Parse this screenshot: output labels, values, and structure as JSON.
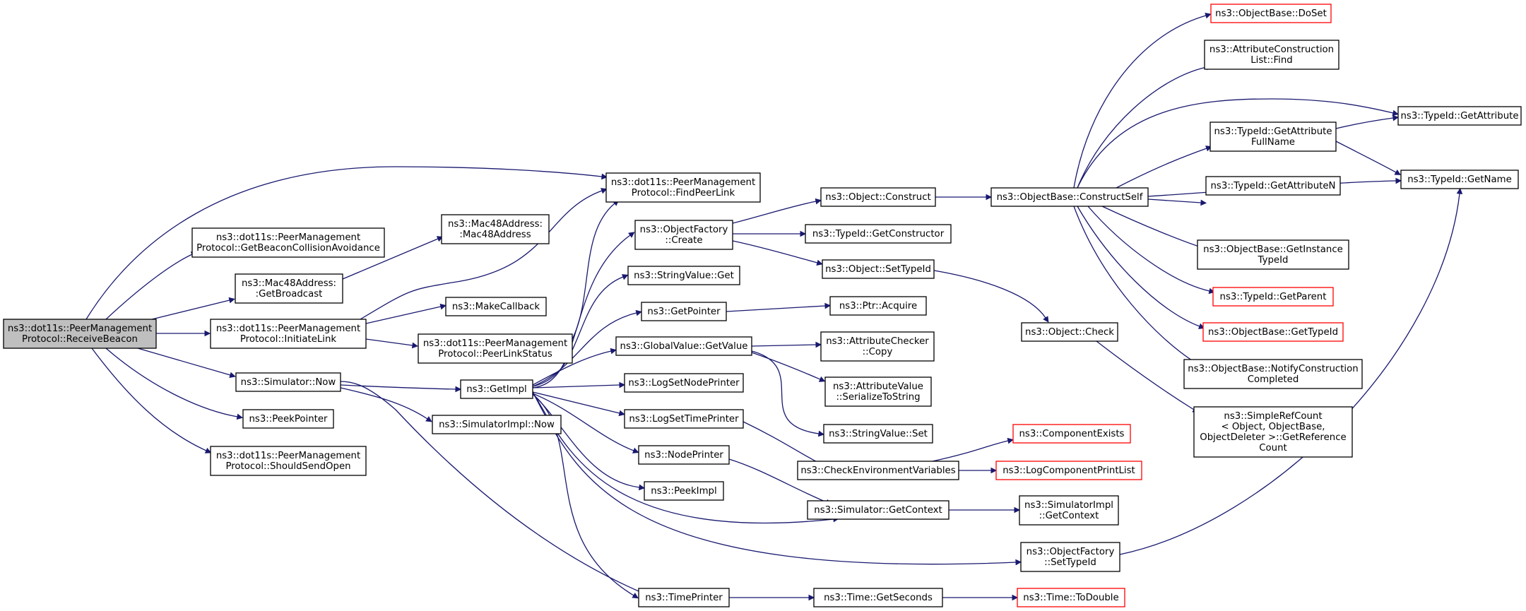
{
  "diagram": {
    "type": "call-graph",
    "root": "receive_beacon",
    "nodes": [
      {
        "id": "receive_beacon",
        "lines": [
          "ns3::dot11s::PeerManagement",
          "Protocol::ReceiveBeacon"
        ],
        "style": "root"
      },
      {
        "id": "find_peer_link",
        "lines": [
          "ns3::dot11s::PeerManagement",
          "Protocol::FindPeerLink"
        ],
        "style": "normal"
      },
      {
        "id": "get_beacon_collision",
        "lines": [
          "ns3::dot11s::PeerManagement",
          "Protocol::GetBeaconCollisionAvoidance"
        ],
        "style": "normal"
      },
      {
        "id": "get_broadcast",
        "lines": [
          "ns3::Mac48Address:",
          ":GetBroadcast"
        ],
        "style": "normal"
      },
      {
        "id": "mac48_ctor",
        "lines": [
          "ns3::Mac48Address:",
          ":Mac48Address"
        ],
        "style": "normal"
      },
      {
        "id": "initiate_link",
        "lines": [
          "ns3::dot11s::PeerManagement",
          "Protocol::InitiateLink"
        ],
        "style": "normal"
      },
      {
        "id": "make_callback",
        "lines": [
          "ns3::MakeCallback"
        ],
        "style": "normal"
      },
      {
        "id": "peer_link_status",
        "lines": [
          "ns3::dot11s::PeerManagement",
          "Protocol::PeerLinkStatus"
        ],
        "style": "normal"
      },
      {
        "id": "simulator_now",
        "lines": [
          "ns3::Simulator::Now"
        ],
        "style": "normal"
      },
      {
        "id": "peek_pointer",
        "lines": [
          "ns3::PeekPointer"
        ],
        "style": "normal"
      },
      {
        "id": "should_send_open",
        "lines": [
          "ns3::dot11s::PeerManagement",
          "Protocol::ShouldSendOpen"
        ],
        "style": "normal"
      },
      {
        "id": "get_impl",
        "lines": [
          "ns3::GetImpl"
        ],
        "style": "normal"
      },
      {
        "id": "simulator_impl_now",
        "lines": [
          "ns3::SimulatorImpl::Now"
        ],
        "style": "normal"
      },
      {
        "id": "object_factory_create",
        "lines": [
          "ns3::ObjectFactory",
          "::Create"
        ],
        "style": "normal"
      },
      {
        "id": "string_value_get",
        "lines": [
          "ns3::StringValue::Get"
        ],
        "style": "normal"
      },
      {
        "id": "get_pointer",
        "lines": [
          "ns3::GetPointer"
        ],
        "style": "normal"
      },
      {
        "id": "global_value_get",
        "lines": [
          "ns3::GlobalValue::GetValue"
        ],
        "style": "normal"
      },
      {
        "id": "log_set_node_printer",
        "lines": [
          "ns3::LogSetNodePrinter"
        ],
        "style": "normal"
      },
      {
        "id": "log_set_time_printer",
        "lines": [
          "ns3::LogSetTimePrinter"
        ],
        "style": "normal"
      },
      {
        "id": "node_printer",
        "lines": [
          "ns3::NodePrinter"
        ],
        "style": "normal"
      },
      {
        "id": "peek_impl",
        "lines": [
          "ns3::PeekImpl"
        ],
        "style": "normal"
      },
      {
        "id": "time_printer",
        "lines": [
          "ns3::TimePrinter"
        ],
        "style": "normal"
      },
      {
        "id": "object_construct",
        "lines": [
          "ns3::Object::Construct"
        ],
        "style": "normal"
      },
      {
        "id": "typeid_get_constructor",
        "lines": [
          "ns3::TypeId::GetConstructor"
        ],
        "style": "normal"
      },
      {
        "id": "object_set_typeid",
        "lines": [
          "ns3::Object::SetTypeId"
        ],
        "style": "normal"
      },
      {
        "id": "ptr_acquire",
        "lines": [
          "ns3::Ptr::Acquire"
        ],
        "style": "normal"
      },
      {
        "id": "attribute_checker_copy",
        "lines": [
          "ns3::AttributeChecker",
          "::Copy"
        ],
        "style": "normal"
      },
      {
        "id": "attribute_value_serialize",
        "lines": [
          "ns3::AttributeValue",
          "::SerializeToString"
        ],
        "style": "normal"
      },
      {
        "id": "string_value_set",
        "lines": [
          "ns3::StringValue::Set"
        ],
        "style": "normal"
      },
      {
        "id": "check_env_vars",
        "lines": [
          "ns3::CheckEnvironmentVariables"
        ],
        "style": "normal"
      },
      {
        "id": "simulator_get_context",
        "lines": [
          "ns3::Simulator::GetContext"
        ],
        "style": "normal"
      },
      {
        "id": "time_get_seconds",
        "lines": [
          "ns3::Time::GetSeconds"
        ],
        "style": "normal"
      },
      {
        "id": "object_base_construct_self",
        "lines": [
          "ns3::ObjectBase::ConstructSelf"
        ],
        "style": "normal"
      },
      {
        "id": "object_check",
        "lines": [
          "ns3::Object::Check"
        ],
        "style": "normal"
      },
      {
        "id": "component_exists",
        "lines": [
          "ns3::ComponentExists"
        ],
        "style": "red"
      },
      {
        "id": "log_component_print_list",
        "lines": [
          "ns3::LogComponentPrintList"
        ],
        "style": "red"
      },
      {
        "id": "simulator_impl_get_context",
        "lines": [
          "ns3::SimulatorImpl",
          "::GetContext"
        ],
        "style": "normal"
      },
      {
        "id": "object_factory_set_typeid",
        "lines": [
          "ns3::ObjectFactory",
          "::SetTypeId"
        ],
        "style": "normal"
      },
      {
        "id": "time_to_double",
        "lines": [
          "ns3::Time::ToDouble"
        ],
        "style": "red"
      },
      {
        "id": "object_base_doset",
        "lines": [
          "ns3::ObjectBase::DoSet"
        ],
        "style": "red"
      },
      {
        "id": "attr_construction_list_find",
        "lines": [
          "ns3::AttributeConstruction",
          "List::Find"
        ],
        "style": "normal"
      },
      {
        "id": "typeid_get_attribute_fullname",
        "lines": [
          "ns3::TypeId::GetAttribute",
          "FullName"
        ],
        "style": "normal"
      },
      {
        "id": "typeid_get_attribute_n",
        "lines": [
          "ns3::TypeId::GetAttributeN"
        ],
        "style": "normal"
      },
      {
        "id": "object_base_get_instance_typeid",
        "lines": [
          "ns3::ObjectBase::GetInstance",
          "TypeId"
        ],
        "style": "normal"
      },
      {
        "id": "typeid_get_parent",
        "lines": [
          "ns3::TypeId::GetParent"
        ],
        "style": "red"
      },
      {
        "id": "object_base_get_typeid",
        "lines": [
          "ns3::ObjectBase::GetTypeId"
        ],
        "style": "red"
      },
      {
        "id": "object_base_notify_construction",
        "lines": [
          "ns3::ObjectBase::NotifyConstruction",
          "Completed"
        ],
        "style": "normal"
      },
      {
        "id": "simple_ref_count_get_ref",
        "lines": [
          "ns3::SimpleRefCount",
          "< Object, ObjectBase,",
          "ObjectDeleter >::GetReference",
          "Count"
        ],
        "style": "normal"
      },
      {
        "id": "typeid_get_attribute",
        "lines": [
          "ns3::TypeId::GetAttribute"
        ],
        "style": "normal"
      },
      {
        "id": "typeid_get_name",
        "lines": [
          "ns3::TypeId::GetName"
        ],
        "style": "normal"
      }
    ],
    "edges": [
      [
        "receive_beacon",
        "find_peer_link"
      ],
      [
        "receive_beacon",
        "get_beacon_collision"
      ],
      [
        "receive_beacon",
        "get_broadcast"
      ],
      [
        "receive_beacon",
        "initiate_link"
      ],
      [
        "receive_beacon",
        "simulator_now"
      ],
      [
        "receive_beacon",
        "peek_pointer"
      ],
      [
        "receive_beacon",
        "should_send_open"
      ],
      [
        "get_broadcast",
        "mac48_ctor"
      ],
      [
        "initiate_link",
        "find_peer_link"
      ],
      [
        "initiate_link",
        "make_callback"
      ],
      [
        "initiate_link",
        "peer_link_status"
      ],
      [
        "peer_link_status",
        "find_peer_link"
      ],
      [
        "simulator_now",
        "get_impl"
      ],
      [
        "simulator_now",
        "simulator_impl_now"
      ],
      [
        "get_impl",
        "object_factory_create"
      ],
      [
        "get_impl",
        "string_value_get"
      ],
      [
        "get_impl",
        "get_pointer"
      ],
      [
        "get_impl",
        "global_value_get"
      ],
      [
        "get_impl",
        "log_set_node_printer"
      ],
      [
        "get_impl",
        "log_set_time_printer"
      ],
      [
        "get_impl",
        "node_printer"
      ],
      [
        "get_impl",
        "peek_impl"
      ],
      [
        "get_impl",
        "time_printer"
      ],
      [
        "get_impl",
        "simulator_get_context"
      ],
      [
        "get_impl",
        "object_factory_set_typeid"
      ],
      [
        "object_factory_create",
        "object_construct"
      ],
      [
        "object_factory_create",
        "typeid_get_constructor"
      ],
      [
        "object_factory_create",
        "object_set_typeid"
      ],
      [
        "get_pointer",
        "ptr_acquire"
      ],
      [
        "global_value_get",
        "attribute_checker_copy"
      ],
      [
        "global_value_get",
        "attribute_value_serialize"
      ],
      [
        "global_value_get",
        "string_value_set"
      ],
      [
        "log_set_time_printer",
        "check_env_vars"
      ],
      [
        "node_printer",
        "simulator_get_context"
      ],
      [
        "time_printer",
        "simulator_now"
      ],
      [
        "time_printer",
        "time_get_seconds"
      ],
      [
        "object_construct",
        "object_base_construct_self"
      ],
      [
        "object_set_typeid",
        "object_check"
      ],
      [
        "check_env_vars",
        "component_exists"
      ],
      [
        "check_env_vars",
        "log_component_print_list"
      ],
      [
        "simulator_get_context",
        "simulator_impl_get_context"
      ],
      [
        "time_get_seconds",
        "time_to_double"
      ],
      [
        "object_factory_set_typeid",
        "typeid_get_name"
      ],
      [
        "object_check",
        "simple_ref_count_get_ref"
      ],
      [
        "object_base_construct_self",
        "object_base_doset"
      ],
      [
        "object_base_construct_self",
        "attr_construction_list_find"
      ],
      [
        "object_base_construct_self",
        "typeid_get_attribute"
      ],
      [
        "object_base_construct_self",
        "typeid_get_attribute_fullname"
      ],
      [
        "object_base_construct_self",
        "typeid_get_name"
      ],
      [
        "object_base_construct_self",
        "typeid_get_attribute_n"
      ],
      [
        "object_base_construct_self",
        "object_base_get_instance_typeid"
      ],
      [
        "object_base_construct_self",
        "typeid_get_parent"
      ],
      [
        "object_base_construct_self",
        "object_base_get_typeid"
      ],
      [
        "object_base_construct_self",
        "object_base_notify_construction"
      ],
      [
        "typeid_get_attribute_fullname",
        "typeid_get_attribute"
      ],
      [
        "typeid_get_attribute_fullname",
        "typeid_get_name"
      ]
    ]
  },
  "colors": {
    "edge": "#191970",
    "node_border": "#000000",
    "node_border_highlight": "#ff0000",
    "root_fill": "#bfbfbf",
    "background": "#ffffff"
  }
}
